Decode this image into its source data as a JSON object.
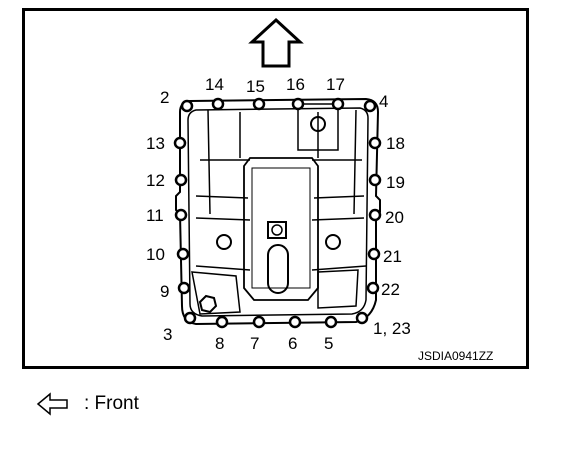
{
  "diagram": {
    "bolts": [
      {
        "id": "b1",
        "label": "1, 23"
      },
      {
        "id": "b2",
        "label": "2"
      },
      {
        "id": "b3",
        "label": "3"
      },
      {
        "id": "b4",
        "label": "4"
      },
      {
        "id": "b5",
        "label": "5"
      },
      {
        "id": "b6",
        "label": "6"
      },
      {
        "id": "b7",
        "label": "7"
      },
      {
        "id": "b8",
        "label": "8"
      },
      {
        "id": "b9",
        "label": "9"
      },
      {
        "id": "b10",
        "label": "10"
      },
      {
        "id": "b11",
        "label": "11"
      },
      {
        "id": "b12",
        "label": "12"
      },
      {
        "id": "b13",
        "label": "13"
      },
      {
        "id": "b14",
        "label": "14"
      },
      {
        "id": "b15",
        "label": "15"
      },
      {
        "id": "b16",
        "label": "16"
      },
      {
        "id": "b17",
        "label": "17"
      },
      {
        "id": "b18",
        "label": "18"
      },
      {
        "id": "b19",
        "label": "19"
      },
      {
        "id": "b20",
        "label": "20"
      },
      {
        "id": "b21",
        "label": "21"
      },
      {
        "id": "b22",
        "label": "22"
      }
    ],
    "code": "JSDIA0941ZZ"
  },
  "legend": {
    "text": ": Front"
  }
}
